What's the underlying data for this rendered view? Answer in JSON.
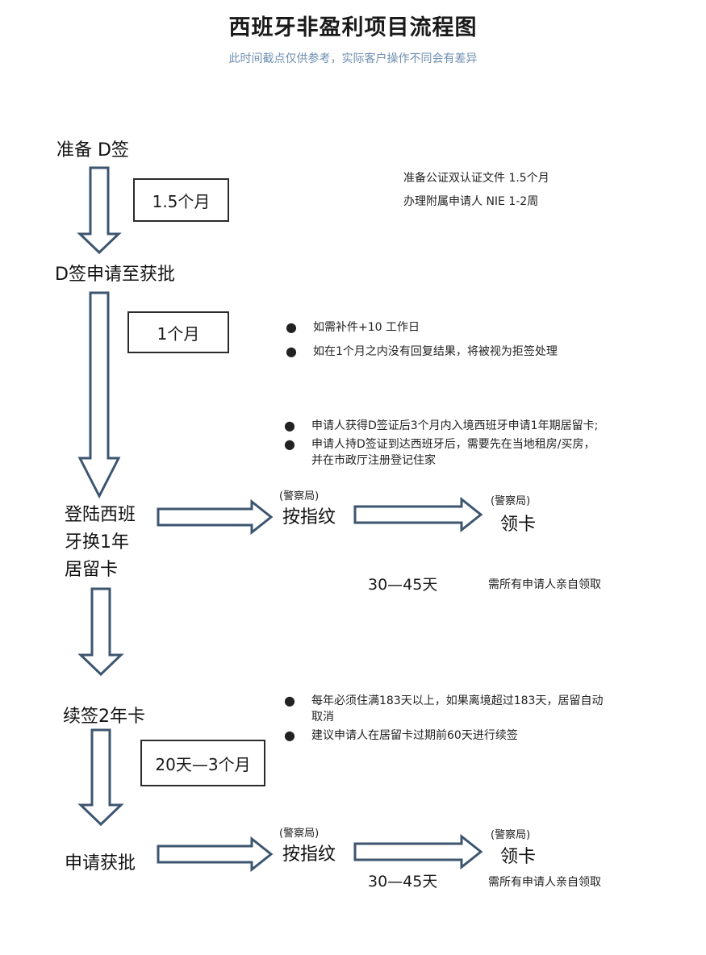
{
  "title": "西班牙非盈利项目流程图",
  "subtitle": "此时间截点仅供参考，实际客户操作不同会有差异",
  "steps": {
    "prepare_d": "准备 D签",
    "d_approved": "D签申请至获批",
    "land_line1": "登陆西班",
    "land_line2": "牙换1年",
    "land_line3": "居留卡",
    "renew": "续签2年卡",
    "approved": "申请获批"
  },
  "durations": {
    "d1": "1.5个月",
    "d2": "1个月",
    "d3": "20天—3个月"
  },
  "notes": {
    "prep_line1": "准备公证双认证文件   1.5个月",
    "prep_line2": "办理附属申请人  NIE  1-2周",
    "review": [
      "如需补件+10 工作日",
      "如在1个月之内没有回复结果，将被视为拒签处理"
    ],
    "entry": [
      "申请人获得D签证后3个月内入境西班牙申请1年期居留卡;",
      "申请人持D签证到达西班牙后，需要先在当地租房/买房，",
      "并在市政厅注册登记住家"
    ],
    "renew": [
      "每年必须住满183天以上，如果离境超过183天，居留自动",
      "取消",
      "建议申请人在居留卡过期前60天进行续签"
    ]
  },
  "row1": {
    "police1": "(警察局)",
    "fingerprint": "按指纹",
    "police2": "(警察局)",
    "card": "领卡",
    "days": "30—45天",
    "pickup": "需所有申请人亲自领取"
  },
  "row2": {
    "police1": "(警察局)",
    "fingerprint": "按指纹",
    "police2": "(警察局)",
    "card": "领卡",
    "days": "30—45天",
    "pickup": "需所有申请人亲自领取"
  },
  "bullet_glyph": "●"
}
